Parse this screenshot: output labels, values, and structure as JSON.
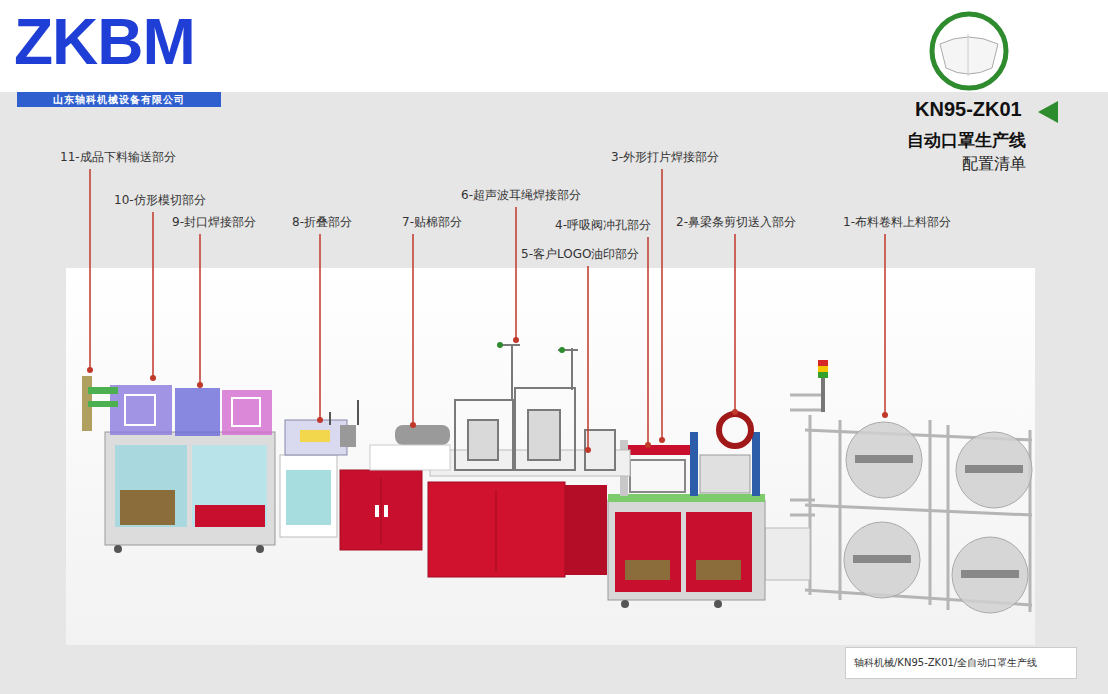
{
  "diagram": {
    "title": "KN95-ZK01",
    "caption": "轴科机械/KN95-ZK01/全自动口罩生产线",
    "nodes": [
      {
        "text": [
          "山东轴科机械设备有限公司"
        ]
      }
    ],
    "labels": [
      "ZKBM",
      "自动口罩生产线",
      "配置清单",
      "11-成品下料输送部分",
      "10-仿形模切部分",
      "9-封口焊接部分",
      "8-折叠部分",
      "7-贴棉部分",
      "6-超声波耳绳焊接部分",
      "5-客户LOGO油印部分",
      "4-呼吸阀冲孔部分",
      "3-外形打片焊接部分",
      "2-鼻梁条剪切送入部分",
      "1-布料卷料上料部分"
    ]
  }
}
